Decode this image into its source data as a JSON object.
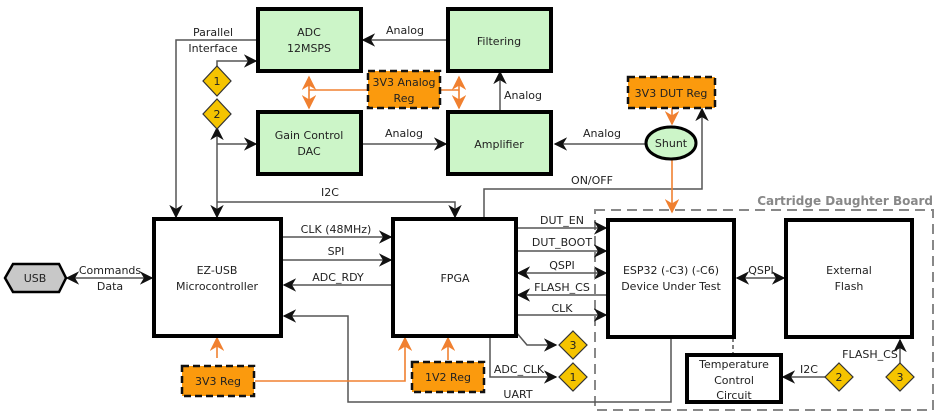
{
  "blocks": {
    "adc": {
      "line1": "ADC",
      "line2": "12MSPS"
    },
    "filtering": {
      "label": "Filtering"
    },
    "gain_dac": {
      "line1": "Gain Control",
      "line2": "DAC"
    },
    "amplifier": {
      "label": "Amplifier"
    },
    "analog_reg": {
      "line1": "3V3 Analog",
      "line2": "Reg"
    },
    "dut_reg": {
      "label": "3V3 DUT Reg"
    },
    "shunt": {
      "label": "Shunt"
    },
    "ezusb": {
      "line1": "EZ-USB",
      "line2": "Microcontroller"
    },
    "fpga": {
      "label": "FPGA"
    },
    "esp32": {
      "line1": "ESP32 (-C3) (-C6)",
      "line2": "Device Under Test"
    },
    "flash": {
      "line1": "External",
      "line2": "Flash"
    },
    "temp": {
      "line1": "Temperature",
      "line2": "Control",
      "line3": "Circuit"
    },
    "reg_3v3": {
      "label": "3V3 Reg"
    },
    "reg_1v2": {
      "label": "1V2 Reg"
    },
    "usb": {
      "label": "USB"
    }
  },
  "signals": {
    "parallel_1": "Parallel",
    "parallel_2": "Interface",
    "analog_filter_adc": "Analog",
    "analog_amp_filter": "Analog",
    "analog_dac_amp": "Analog",
    "analog_shunt_amp": "Analog",
    "on_off": "ON/OFF",
    "i2c": "I2C",
    "clk48": "CLK (48MHz)",
    "spi": "SPI",
    "adc_rdy": "ADC_RDY",
    "commands": "Commands",
    "data": "Data",
    "dut_en": "DUT_EN",
    "dut_boot": "DUT_BOOT",
    "qspi": "QSPI",
    "flash_cs": "FLASH_CS",
    "clk": "CLK",
    "adc_clk": "ADC_CLK",
    "uart": "UART",
    "qspi_flash": "QSPI",
    "i2c_temp": "I2C",
    "flash_cs_ext": "FLASH_CS"
  },
  "connectors": {
    "c1a": "1",
    "c2a": "2",
    "c3a": "3",
    "c1b": "1",
    "c2b": "2",
    "c3b": "3"
  },
  "board_label": "Cartridge Daughter Board"
}
